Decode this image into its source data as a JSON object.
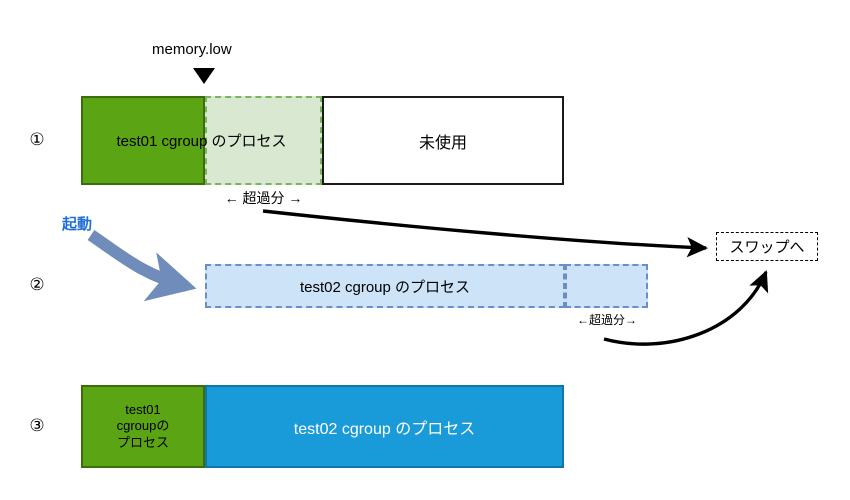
{
  "diagram": {
    "marker": {
      "label": "memory.low",
      "icon": "triangle-down-marker"
    },
    "rows": [
      {
        "number": "①",
        "segments": [
          {
            "name": "test01-used",
            "label": "test01 cgroup のプロセス",
            "fill": "#5ba413",
            "border": "#3a6f0b",
            "style": "solid"
          },
          {
            "name": "test01-overage",
            "label": "",
            "fill": "#d9e8d0",
            "border": "#7cb35e",
            "style": "dashed"
          },
          {
            "name": "unused",
            "label": "未使用",
            "fill": "#ffffff",
            "border": "#1a1a1a",
            "style": "solid"
          }
        ],
        "measure": "← 超過分 →"
      },
      {
        "number": "②",
        "segments": [
          {
            "name": "test02-used",
            "label": "test02 cgroup のプロセス",
            "fill": "#cde3f7",
            "border": "#6b8fc4",
            "style": "dashed"
          },
          {
            "name": "test02-overage",
            "label": "",
            "fill": "#cde3f7",
            "border": "#6b8fc4",
            "style": "dashed"
          }
        ],
        "measure": "←超過分→",
        "launch_label": "起動",
        "launch_color": "#1f6fd6"
      },
      {
        "number": "③",
        "segments": [
          {
            "name": "test01-final",
            "label": "test01\ncgroupの\nプロセス",
            "fill": "#5ba413",
            "border": "#3a6f0b",
            "style": "solid"
          },
          {
            "name": "test02-final",
            "label": "test02 cgroup のプロセス",
            "fill": "#199bda",
            "border": "#0e76a8",
            "style": "solid"
          }
        ]
      }
    ],
    "swap_target": {
      "label": "スワップへ"
    },
    "arrows": [
      {
        "name": "overflow-row1-to-swap",
        "color": "#000000"
      },
      {
        "name": "overflow-row2-to-swap",
        "color": "#000000"
      },
      {
        "name": "launch-arrow",
        "color": "#6f8cba"
      }
    ],
    "row3_line1": "test01",
    "row3_line2": "cgroupの",
    "row3_line3": "プロセス"
  }
}
